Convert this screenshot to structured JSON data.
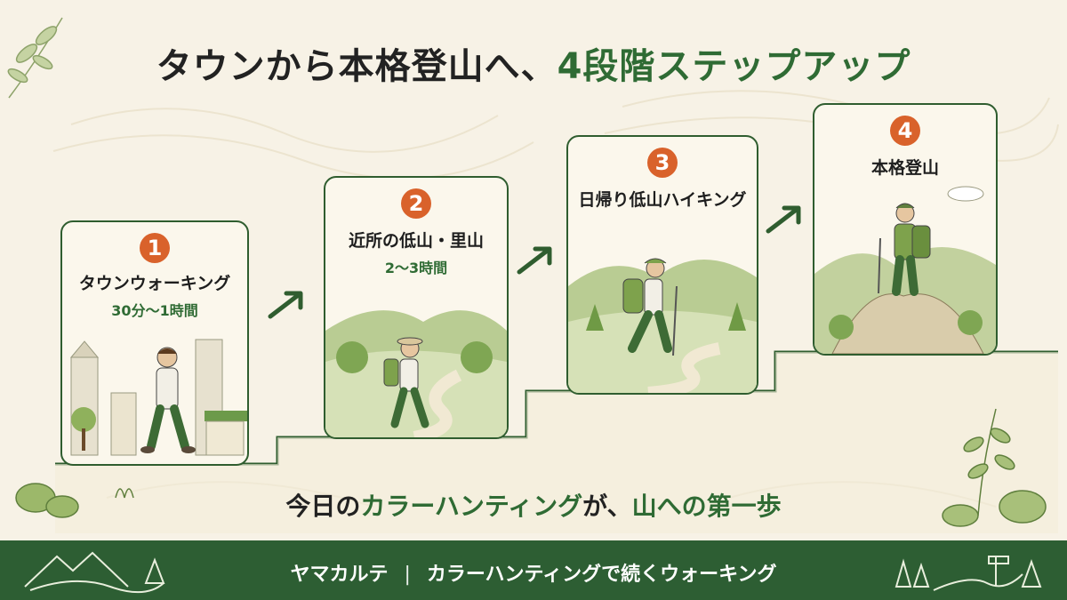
{
  "title": {
    "part1": "タウンから本格登山へ、",
    "part2": "4段階ステップアップ"
  },
  "steps": [
    {
      "number": "1",
      "title": "タウンウォーキング",
      "subtitle": "30分〜1時間"
    },
    {
      "number": "2",
      "title": "近所の低山・里山",
      "subtitle": "2〜3時間"
    },
    {
      "number": "3",
      "title": "日帰り低山ハイキング",
      "subtitle": ""
    },
    {
      "number": "4",
      "title": "本格登山",
      "subtitle": ""
    }
  ],
  "tagline": {
    "part1": "今日の",
    "part2": "カラーハンティング",
    "part3": "が、",
    "part4": "山への第一歩"
  },
  "footer": {
    "brand": "ヤマカルテ",
    "separator": "|",
    "slogan": "カラーハンティングで続くウォーキング"
  },
  "colors": {
    "background": "#f7f2e6",
    "accent_green": "#2f6b34",
    "badge_orange": "#d9622b",
    "footer_green": "#2d5e33"
  }
}
